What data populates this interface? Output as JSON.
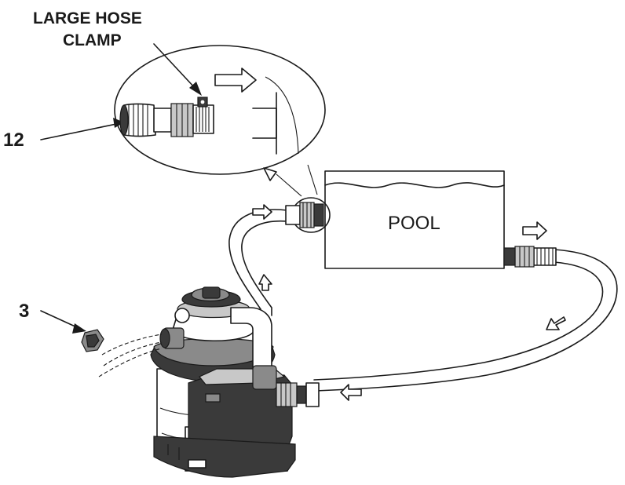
{
  "labels": {
    "clamp_line1": "LARGE HOSE",
    "clamp_line2": "CLAMP",
    "part_12": "12",
    "part_3": "3",
    "pool": "POOL"
  },
  "colors": {
    "ink": "#1a1a1a",
    "body_dark": "#3a3a3a",
    "body_mid": "#8a8a8a",
    "body_light": "#c8c8c8",
    "background": "#ffffff"
  }
}
